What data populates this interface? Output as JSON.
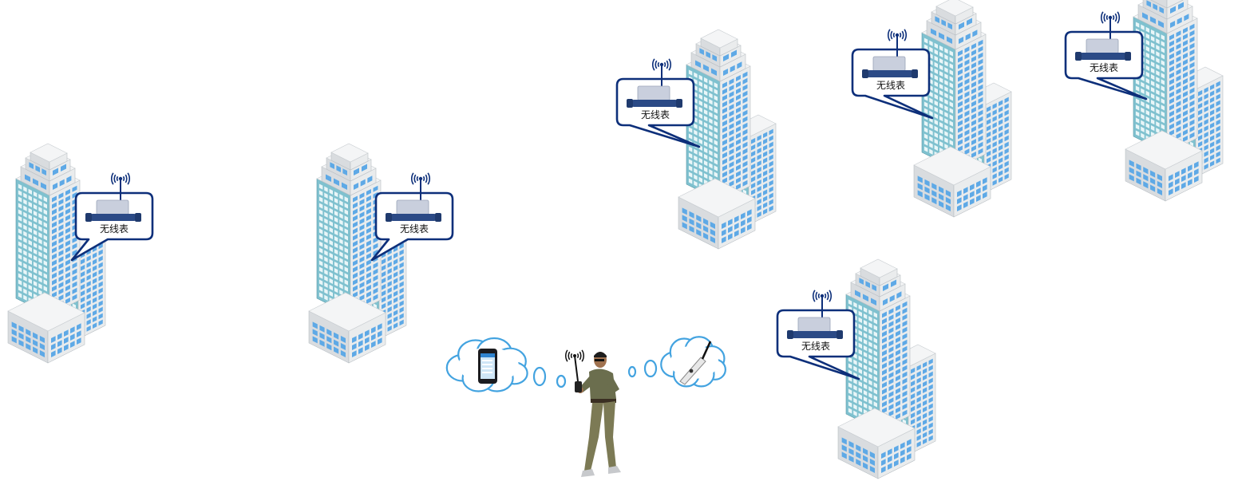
{
  "meter_label": "无线表",
  "colors": {
    "bubble_border": "#0d2f7a",
    "antenna": "#0d2f7a",
    "meter_body": "#2b4a86",
    "meter_top": "#c9cfdd",
    "building_light": "#eaeced",
    "building_mid": "#d9dcdf",
    "building_dark": "#bfc5ca",
    "window": "#5ea9e6",
    "glass_face": "#7fc1cf",
    "cloud_border": "#43a3e0",
    "shirt": "#6b6e4e",
    "pants": "#7c7a55"
  },
  "meters": [
    {
      "label": "无线表"
    },
    {
      "label": "无线表"
    },
    {
      "label": "无线表"
    },
    {
      "label": "无线表"
    },
    {
      "label": "无线表"
    },
    {
      "label": "无线表"
    }
  ],
  "icons": [
    "wifi-signal-icon",
    "water-meter-icon",
    "smartphone-icon",
    "handheld-reader-icon",
    "cloud-icon",
    "person-icon"
  ]
}
